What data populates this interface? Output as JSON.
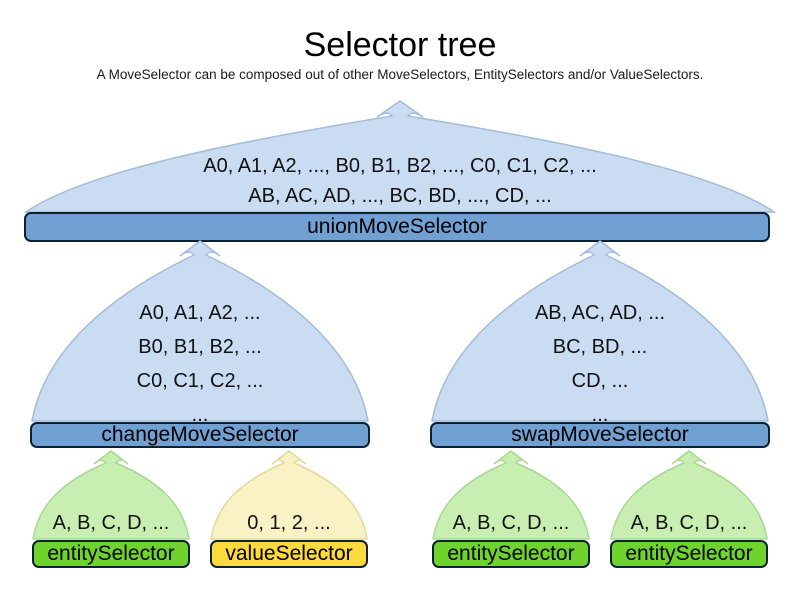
{
  "header": {
    "title": "Selector tree",
    "subtitle": "A MoveSelector can be composed out of other MoveSelectors, EntitySelectors and/or ValueSelectors."
  },
  "nodes": {
    "union": {
      "label": "unionMoveSelector",
      "lines": [
        "A0, A1, A2, ..., B0, B1, B2, ..., C0, C1, C2, ...",
        "AB, AC, AD, ..., BC, BD, ..., CD, ..."
      ]
    },
    "change": {
      "label": "changeMoveSelector",
      "lines": [
        "A0, A1, A2, ...",
        "B0, B1, B2, ...",
        "C0, C1, C2, ...",
        "..."
      ]
    },
    "swap": {
      "label": "swapMoveSelector",
      "lines": [
        "AB, AC, AD, ...",
        "BC, BD, ...",
        "CD, ...",
        "..."
      ]
    },
    "entity1": {
      "label": "entitySelector",
      "lines": [
        "A, B, C, D, ..."
      ]
    },
    "value1": {
      "label": "valueSelector",
      "lines": [
        "0, 1, 2, ..."
      ]
    },
    "entity2": {
      "label": "entitySelector",
      "lines": [
        "A, B, C, D, ..."
      ]
    },
    "entity3": {
      "label": "entitySelector",
      "lines": [
        "A, B, C, D, ..."
      ]
    }
  },
  "colors": {
    "move_bar": "#71a0d2",
    "move_cloud": "#c9dcf1",
    "entity_bar": "#6fd32e",
    "entity_cloud": "#c9eeb2",
    "value_bar": "#fcd93c",
    "value_cloud": "#f8f2c5",
    "bar_border": "#0e2133",
    "text": "#111111"
  }
}
